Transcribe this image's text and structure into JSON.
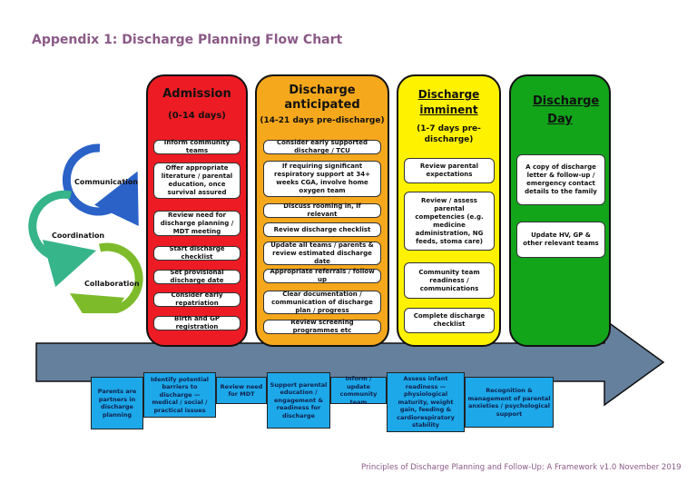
{
  "title": "Appendix 1:  Discharge Planning Flow Chart",
  "cycle": {
    "labels": [
      "Communication",
      "Coordination",
      "Collaboration"
    ],
    "colors": [
      "#2a62c8",
      "#36b48a",
      "#7dbb2a"
    ]
  },
  "columns": [
    {
      "heading": "Admission",
      "subheading": "(0-14 days)",
      "color": "#ed1c24",
      "items": [
        "Inform community teams",
        "Offer appropriate literature / parental education, once survival assured",
        "Review need for discharge planning / MDT meeting",
        "Start discharge checklist",
        "Set provisional discharge date",
        "Consider early repatriation",
        "Birth and GP registration"
      ]
    },
    {
      "heading": "Discharge anticipated",
      "subheading": "(14-21 days pre-discharge)",
      "color": "#f6a81c",
      "items": [
        "Consider early supported discharge / TCU",
        "If requiring significant respiratory support at 34+ weeks CGA, involve home oxygen team",
        "Discuss rooming in, if relevant",
        "Review discharge checklist",
        "Update all teams / parents & review estimated discharge date",
        "Appropriate referrals / follow up",
        "Clear documentation / communication of discharge plan / progress",
        "Review screening programmes etc"
      ]
    },
    {
      "heading": "Discharge imminent",
      "subheading": "(1-7 days pre-discharge)",
      "color": "#fff200",
      "items": [
        "Review parental expectations",
        "Review / assess parental competencies (e.g. medicine administration, NG feeds, stoma care)",
        "Community team readiness / communications",
        "Complete discharge checklist"
      ]
    },
    {
      "heading": "Discharge Day",
      "subheading": "",
      "color": "#12a51a",
      "items": [
        "A copy of discharge letter & follow-up / emergency contact details to the family",
        "Update HV, GP & other relevant teams"
      ]
    }
  ],
  "arrow": {
    "color": "#64809c"
  },
  "bottom_boxes": [
    "Parents are partners in discharge planning",
    "Identify potential barriers to discharge — medical / social / practical issues",
    "Review need for MDT",
    "Support parental education / engagement & readiness for discharge",
    "Inform / update community team",
    "Assess infant readiness — physiological maturity, weight gain, feeding & cardiorespiratory stability",
    "Recognition & management of parental anxieties / psychological support"
  ],
  "footer": "Principles of Discharge Planning and Follow-Up: A Framework v1.0 November 2019"
}
